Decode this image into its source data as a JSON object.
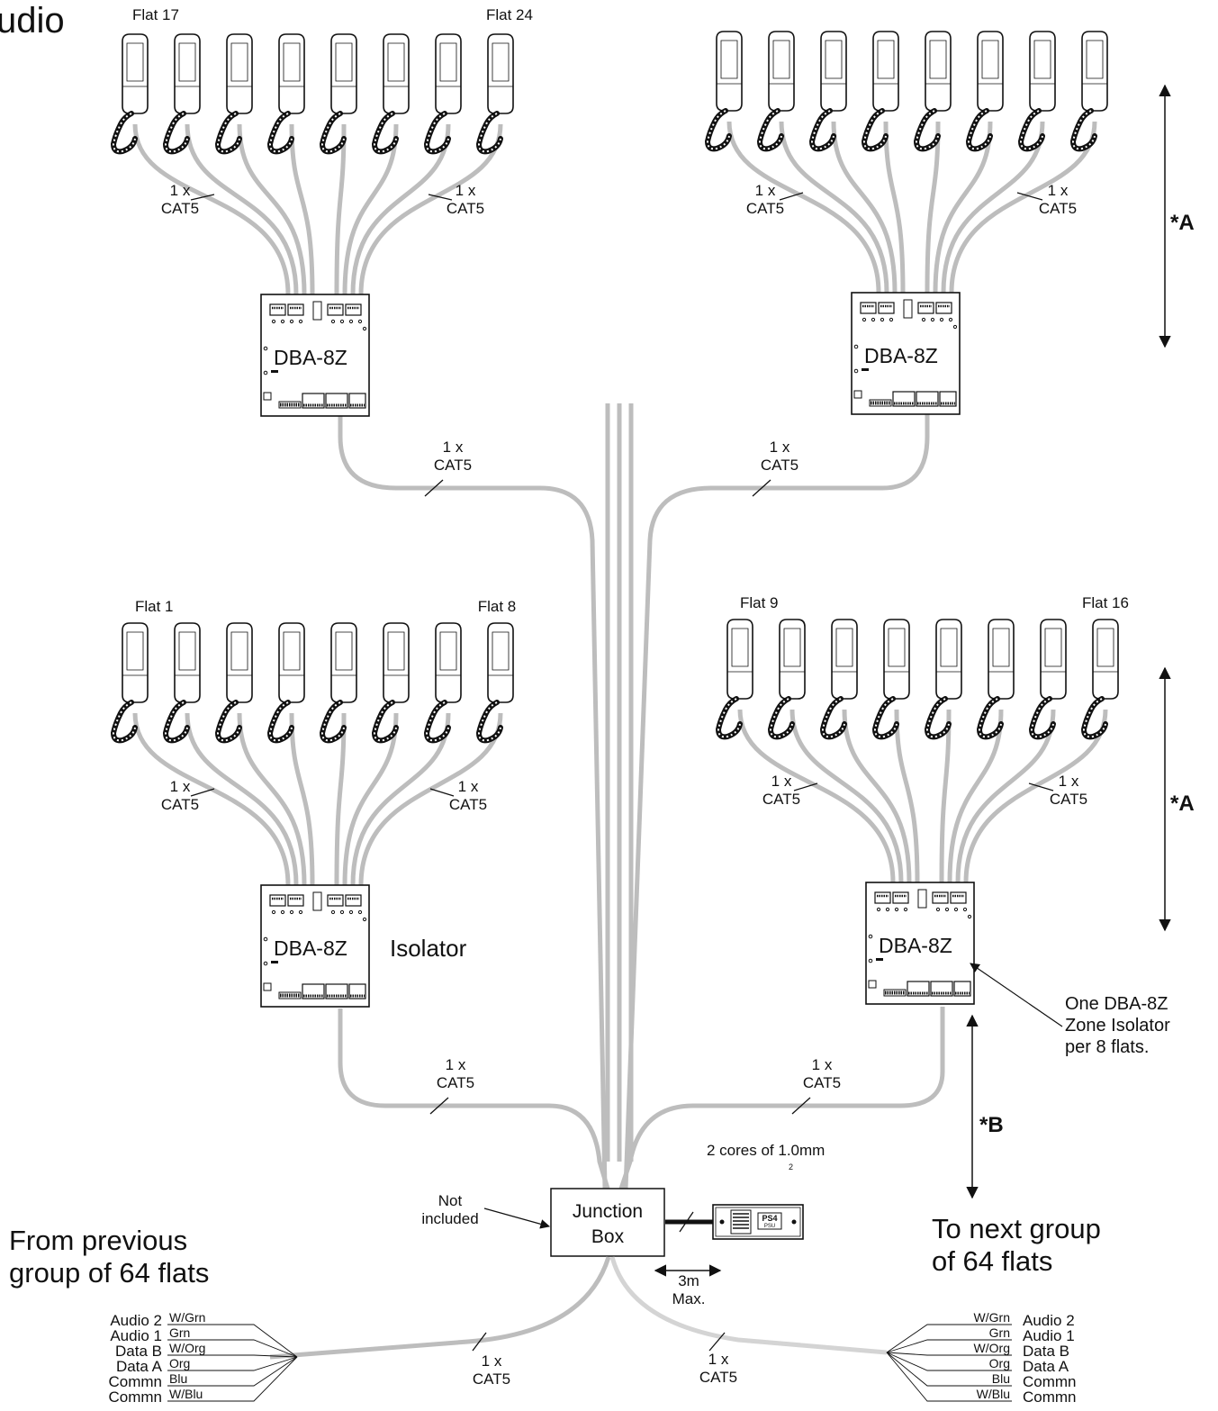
{
  "header": {
    "title_fragment": "udio"
  },
  "groups": [
    {
      "flat_first": "Flat 17",
      "flat_last": "Flat 24",
      "cable_left": "1 x\nCAT5",
      "cable_right": "1 x\nCAT5",
      "device": "DBA-8Z",
      "riser_cable": "1 x\nCAT5"
    },
    {
      "flat_first": "",
      "flat_last": "",
      "cable_left": "1 x\nCAT5",
      "cable_right": "1 x\nCAT5",
      "device": "DBA-8Z",
      "riser_cable": "1 x\nCAT5"
    },
    {
      "flat_first": "Flat 1",
      "flat_last": "Flat 8",
      "cable_left": "1 x\nCAT5",
      "cable_right": "1 x\nCAT5",
      "device": "DBA-8Z",
      "riser_cable": "1 x\nCAT5",
      "device_note": "Isolator"
    },
    {
      "flat_first": "Flat 9",
      "flat_last": "Flat 16",
      "cable_left": "1 x\nCAT5",
      "cable_right": "1 x\nCAT5",
      "device": "DBA-8Z",
      "riser_cable": "1 x\nCAT5"
    }
  ],
  "markers": {
    "a": "*A",
    "b": "*B"
  },
  "callout": "One DBA-8Z\nZone Isolator\nper 8 flats.",
  "junction": {
    "label": "Junction\nBox",
    "not_included": "Not\nincluded"
  },
  "psu": {
    "cores": "2 cores\nof 1.0mm",
    "cores_sup": "2",
    "badge": "PS4",
    "sub": "PSU",
    "distance": "3m\nMax."
  },
  "from_previous": {
    "label": "From previous\ngroup of 64 flats",
    "cable": "1 x\nCAT5"
  },
  "to_next": {
    "label": "To next group\nof 64 flats",
    "cable": "1 x\nCAT5"
  },
  "wiring": [
    {
      "signal": "Audio 2",
      "color": "W/Grn"
    },
    {
      "signal": "Audio 1",
      "color": "Grn"
    },
    {
      "signal": "Data B",
      "color": "W/Org"
    },
    {
      "signal": "Data A",
      "color": "Org"
    },
    {
      "signal": "Commn",
      "color": "Blu"
    },
    {
      "signal": "Commn",
      "color": "W/Blu"
    }
  ]
}
